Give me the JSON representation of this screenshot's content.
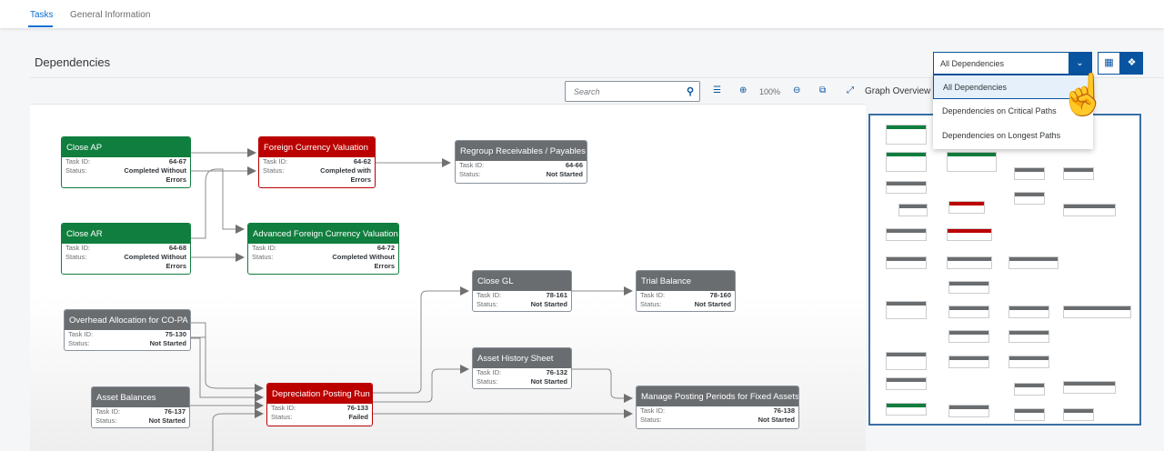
{
  "tabs": [
    {
      "label": "Tasks",
      "active": true
    },
    {
      "label": "General Information",
      "active": false
    }
  ],
  "section_title": "Dependencies",
  "toolbar": {
    "search_placeholder": "Search",
    "zoom": "100%",
    "icons": [
      "list-icon",
      "zoom-in-icon",
      "zoom-out-icon",
      "copy-icon",
      "fullscreen-icon"
    ]
  },
  "filter": {
    "selected": "All Dependencies",
    "options": [
      "All Dependencies",
      "Dependencies on Critical Paths",
      "Dependencies on Longest Paths"
    ]
  },
  "view_buttons": [
    "table-view-icon",
    "graph-view-icon"
  ],
  "overview_title": "Graph Overview",
  "labels": {
    "task_id": "Task ID:",
    "status": "Status:"
  },
  "colors": {
    "completed": "#107e3e",
    "failed": "#bb0000",
    "not_started": "#6a6d70",
    "accent": "#0854a0"
  },
  "nodes": [
    {
      "title": "Close AP",
      "id": "64-67",
      "status": "Completed Without Errors",
      "state": "green"
    },
    {
      "title": "Foreign Currency Valuation",
      "id": "64-62",
      "status": "Completed with Errors",
      "state": "red"
    },
    {
      "title": "Regroup Receivables / Payables",
      "id": "64-66",
      "status": "Not Started",
      "state": "grey"
    },
    {
      "title": "Close AR",
      "id": "64-68",
      "status": "Completed Without Errors",
      "state": "green"
    },
    {
      "title": "Advanced Foreign Currency Valuation",
      "id": "64-72",
      "status": "Completed Without Errors",
      "state": "green"
    },
    {
      "title": "Overhead Allocation for CO-PA",
      "id": "75-130",
      "status": "Not Started",
      "state": "grey"
    },
    {
      "title": "Asset Balances",
      "id": "76-137",
      "status": "Not Started",
      "state": "grey"
    },
    {
      "title": "Depreciation Posting Run",
      "id": "76-133",
      "status": "Failed",
      "state": "red"
    },
    {
      "title": "Close GL",
      "id": "78-161",
      "status": "Not Started",
      "state": "grey"
    },
    {
      "title": "Trial Balance",
      "id": "78-160",
      "status": "Not Started",
      "state": "grey"
    },
    {
      "title": "Asset History Sheet",
      "id": "76-132",
      "status": "Not Started",
      "state": "grey"
    },
    {
      "title": "Manage Posting Periods for Fixed Assets",
      "id": "76-138",
      "status": "Not Started",
      "state": "grey"
    }
  ]
}
